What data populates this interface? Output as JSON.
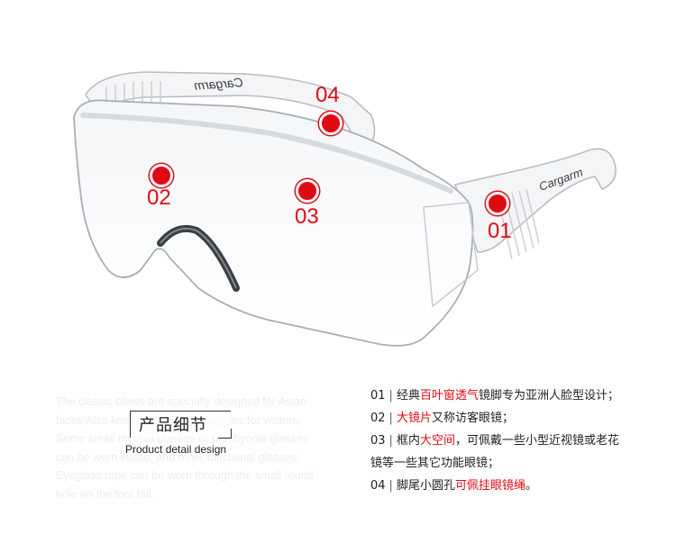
{
  "product_brand": "Cargarm",
  "product_brand_mirrored": "Cargarm",
  "markers": [
    {
      "id": "marker-01",
      "label": "01"
    },
    {
      "id": "marker-02",
      "label": "02"
    },
    {
      "id": "marker-03",
      "label": "03"
    },
    {
      "id": "marker-04",
      "label": "04"
    }
  ],
  "section_title": {
    "chinese": "产品细节",
    "english": "Product detail design"
  },
  "ghost_text": [
    "The classic blinds are specially designed for Asian",
    " faces;Also known as the lens goggles for visitors;",
    "Some small myopia glasses or presbyopia glasses",
    "can be worn inside, and other functional glasses;",
    "Eyeglass rope can be worn through the small round",
    " hole on the foot tail."
  ],
  "details": [
    {
      "num": "01",
      "sep": "|",
      "pre": "经典",
      "highlight": "百叶窗透气",
      "post": "镜脚专为亚洲人脸型设计；"
    },
    {
      "num": "02",
      "sep": "|",
      "pre": "",
      "highlight": "大镜片",
      "post": "又称访客眼镜；"
    },
    {
      "num": "03",
      "sep": "|",
      "pre": "框内",
      "highlight": "大空间",
      "post": "，可佩戴一些小型近视镜或老花",
      "continuation": "镜等一些其它功能眼镜；"
    },
    {
      "num": "04",
      "sep": "|",
      "pre": "脚尾小圆孔",
      "highlight": "可佩挂眼镜绳",
      "post": "。"
    }
  ],
  "colors": {
    "accent": "#e10a14",
    "text": "#222222",
    "ghost": "#eeeeee"
  }
}
